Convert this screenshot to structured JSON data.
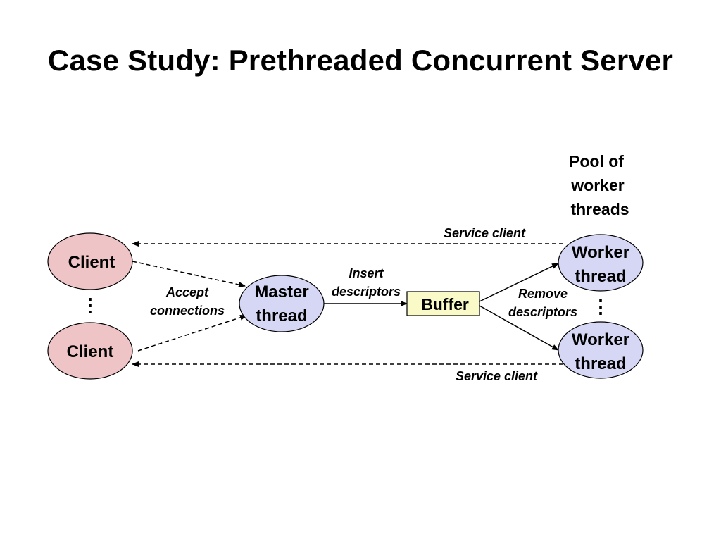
{
  "title": "Case Study: Prethreaded Concurrent Server",
  "colors": {
    "client_fill": "#efc4c6",
    "thread_fill": "#d6d6f5",
    "buffer_fill": "#fafac8",
    "stroke": "#000000"
  },
  "nodes": {
    "client_top": "Client",
    "client_bottom": "Client",
    "client_ellipsis": "⋮",
    "master": [
      "Master",
      "thread"
    ],
    "buffer": "Buffer",
    "worker_top": [
      "Worker",
      "thread"
    ],
    "worker_bottom": [
      "Worker",
      "thread"
    ],
    "worker_ellipsis": "⋮",
    "pool": [
      "Pool of",
      "worker",
      "threads"
    ]
  },
  "edges": {
    "service_top": "Service client",
    "service_bottom": "Service client",
    "accept": [
      "Accept",
      "connections"
    ],
    "insert": [
      "Insert",
      "descriptors"
    ],
    "remove": [
      "Remove",
      "descriptors"
    ]
  }
}
